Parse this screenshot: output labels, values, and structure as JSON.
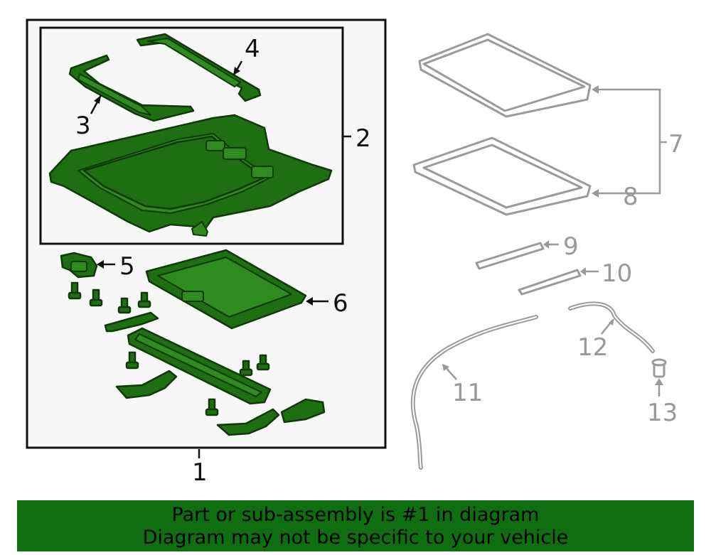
{
  "callouts": {
    "c1": "1",
    "c2": "2",
    "c3": "3",
    "c4": "4",
    "c5": "5",
    "c6": "6",
    "c7": "7",
    "c8": "8",
    "c9": "9",
    "c10": "10",
    "c11": "11",
    "c12": "12",
    "c13": "13"
  },
  "banner": {
    "line1": "Part or sub-assembly is #1 in diagram",
    "line2": "Diagram may not be specific to your vehicle"
  },
  "colors": {
    "highlight_part": "#1e6e12",
    "banner_bg": "#0f6e0f",
    "other_part": "#9a9a9a"
  }
}
